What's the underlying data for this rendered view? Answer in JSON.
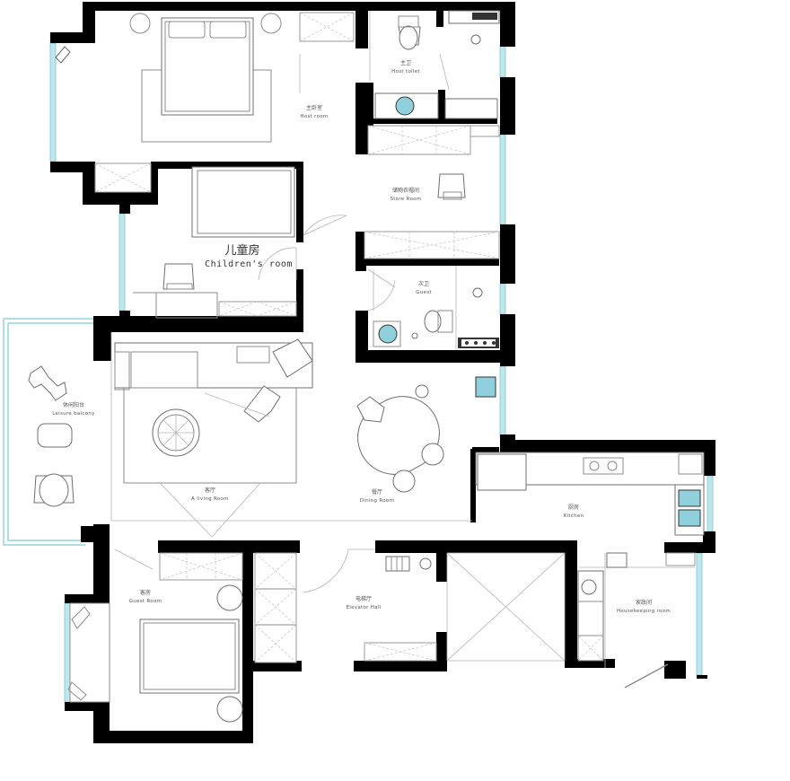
{
  "rooms": {
    "host_room": {
      "zh": "主卧室",
      "en": "Host room"
    },
    "host_toilet": {
      "zh": "主卫",
      "en": "Host toilet"
    },
    "store_room": {
      "zh": "储物衣帽间",
      "en": "Store Room"
    },
    "children_room": {
      "zh": "儿童房",
      "en": "Children's room"
    },
    "guest_toilet": {
      "zh": "次卫",
      "en": "Guest"
    },
    "leisure_balcony": {
      "zh": "休闲阳台",
      "en": "Leisure balcony"
    },
    "living_room": {
      "zh": "客厅",
      "en": "A living Room"
    },
    "dining_room": {
      "zh": "餐厅",
      "en": "Dining Room"
    },
    "kitchen": {
      "zh": "厨房",
      "en": "Kitchen"
    },
    "guest_room": {
      "zh": "客房",
      "en": "Guest Room"
    },
    "elevator_hall": {
      "zh": "电梯厅",
      "en": "Elevator Hall"
    },
    "housekeeping_room": {
      "zh": "家政间",
      "en": "Housekeeping room"
    }
  },
  "colors": {
    "wall": "#000000",
    "glass": "#bfe6ea",
    "water": "#8fd0dc",
    "furniture_line": "#8c8c8c"
  }
}
